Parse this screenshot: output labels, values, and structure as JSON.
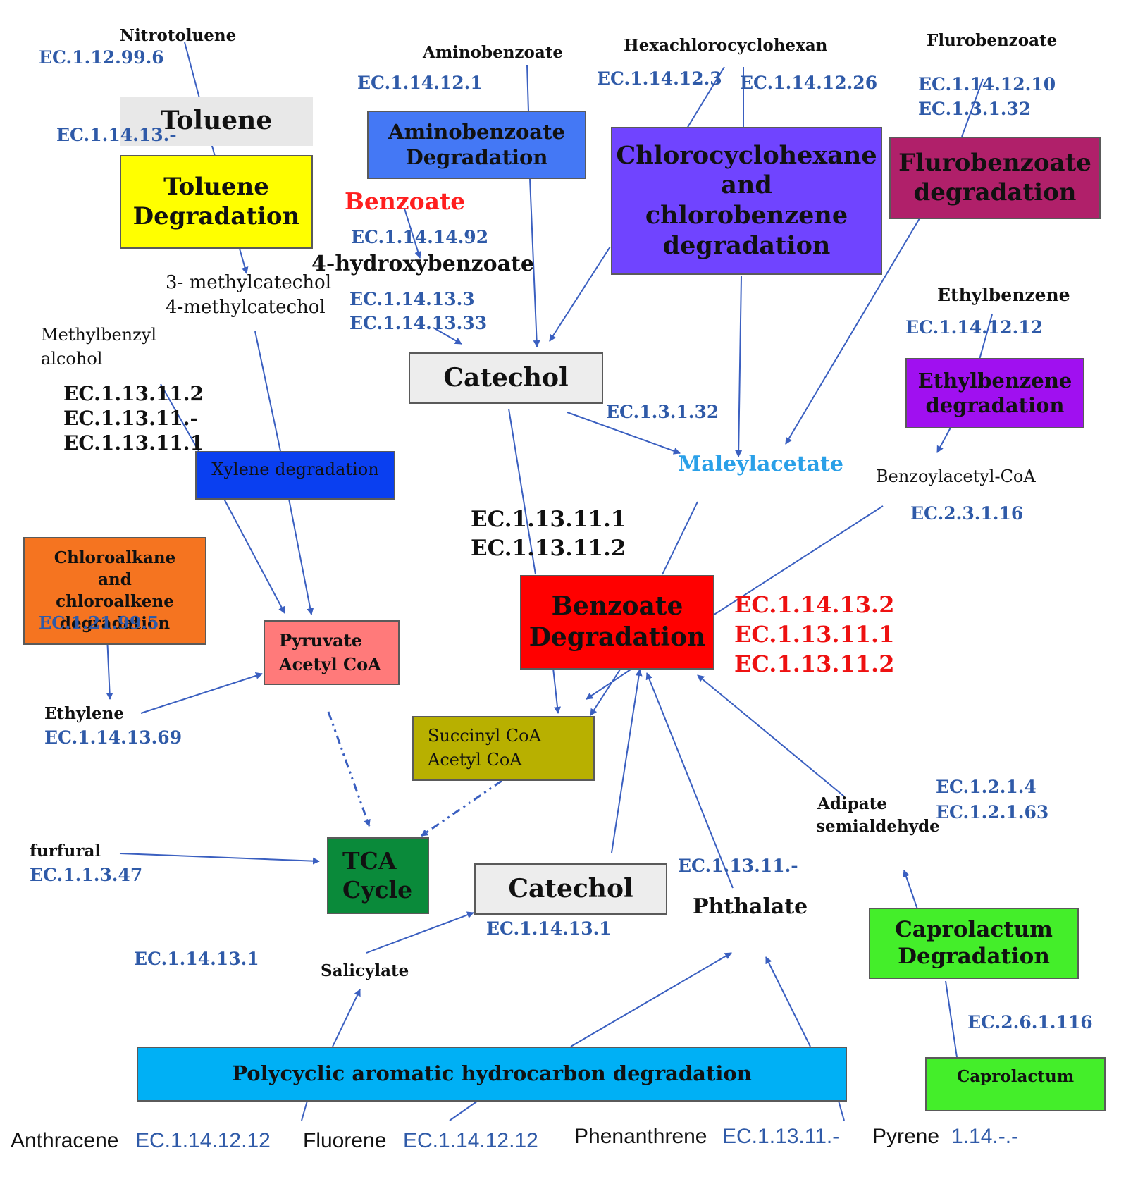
{
  "colors": {
    "arrow": "#3a5fc0",
    "toluene_degradation": "#ffff00",
    "aminobenzoate_degradation": "#4478f5",
    "chlorocyclohexane_degradation": "#7044ff",
    "flurobenzoate_degradation": "#b0206a",
    "ethylbenzene_degradation": "#a010f0",
    "xylene_degradation": "#0a3ff0",
    "chloroalkane_degradation": "#f57420",
    "pyruvate_box": "#ff7a7a",
    "benzoate_degradation": "#ff0000",
    "succinyl_box": "#b8b000",
    "tca_cycle": "#0a8a3a",
    "caprolactum_degradation": "#44ee2a",
    "caprolactum": "#44ee2a",
    "pah_degradation": "#00b0f5",
    "catechol_box": "#ededed",
    "ec_blue": "#2f5aa8",
    "ec_red": "#ee1111",
    "benzoate_red": "#ff1f1f",
    "maleylacetate_blue": "#2aa0e8"
  },
  "boxes": {
    "toluene_header": "Toluene",
    "toluene_degradation": "Toluene Degradation",
    "aminobenzoate_degradation": "Aminobenzoate Degradation",
    "chlorocyclohexane_degradation": "Chlorocyclohexane and chlorobenzene degradation",
    "flurobenzoate_degradation": "Flurobenzoate degradation",
    "ethylbenzene_degradation": "Ethylbenzene degradation",
    "catechol_top": "Catechol",
    "xylene_degradation": "Xylene degradation",
    "chloroalkane_degradation": "Chloroalkane and chloroalkene degradation",
    "pyruvate_line1": "Pyruvate",
    "pyruvate_line2": "Acetyl CoA",
    "benzoate_degradation": "Benzoate Degradation",
    "succinyl_line1": "Succinyl CoA",
    "succinyl_line2": "Acetyl CoA",
    "tca_line1": "TCA",
    "tca_line2": "Cycle",
    "catechol_bottom": "Catechol",
    "caprolactum_degradation": "Caprolactum Degradation",
    "caprolactum": "Caprolactum",
    "pah_degradation": "Polycyclic aromatic hydrocarbon degradation"
  },
  "compounds": {
    "nitrotoluene": "Nitrotoluene",
    "aminobenzoate": "Aminobenzoate",
    "hexachlorocyclohexan": "Hexachlorocyclohexan",
    "flurobenzoate": "Flurobenzoate",
    "benzoate": "Benzoate",
    "hydroxybenzoate": "4-hydroxybenzoate",
    "methylcatechol_3": "3- methylcatechol",
    "methylcatechol_4": "4-methylcatechol",
    "methylbenzyl_1": "Methylbenzyl",
    "methylbenzyl_2": "alcohol",
    "ethylbenzene": "Ethylbenzene",
    "maleylacetate": "Maleylacetate",
    "benzoylacetyl_coa": "Benzoylacetyl-CoA",
    "ethylene": "Ethylene",
    "furfural": "furfural",
    "adipate_1": "Adipate",
    "adipate_2": "semialdehyde",
    "phthalate": "Phthalate",
    "salicylate": "Salicylate",
    "anthracene": "Anthracene",
    "fluorene": "Fluorene",
    "phenanthrene": "Phenanthrene",
    "pyrene": "Pyrene"
  },
  "enzymes": {
    "nitrotoluene_ec": "EC.1.12.99.6",
    "toluene_ec": "EC.1.14.13.-",
    "aminobenzoate_ec": "EC.1.14.12.1",
    "hexachloro_ec_a": "EC.1.14.12.3",
    "hexachloro_ec_b": "EC.1.14.12.26",
    "fluro_ec_a": "EC.1.14.12.10",
    "fluro_ec_b": "EC.1.3.1.32",
    "benzoate_ec": "EC.1.14.14.92",
    "hydroxy_ec_a": "EC.1.14.13.3",
    "hydroxy_ec_b": "EC.1.14.13.33",
    "methylbenzyl_ec_a": "EC.1.13.11.2",
    "methylbenzyl_ec_b": "EC.1.13.11.-",
    "methylbenzyl_ec_c": "EC.1.13.11.1",
    "ethylbenzene_ec": "EC.1.14.12.12",
    "catechol_maleyl_ec": "EC.1.3.1.32",
    "benzoylacetyl_ec": "EC.2.3.1.16",
    "catechol_benzoate_ec_a": "EC.1.13.11.1",
    "catechol_benzoate_ec_b": "EC.1.13.11.2",
    "benzoate_red_ec_a": "EC.1.14.13.2",
    "benzoate_red_ec_b": "EC.1.13.11.1",
    "benzoate_red_ec_c": "EC.1.13.11.2",
    "chloroalkane_ec": "EC.1.21.99.5",
    "ethylene_ec": "EC.1.14.13.69",
    "adipate_ec_a": "EC.1.2.1.4",
    "adipate_ec_b": "EC.1.2.1.63",
    "furfural_ec": "EC.1.1.3.47",
    "phthalate_ec": "EC.1.13.11.-",
    "catechol_bottom_ec": "EC.1.14.13.1",
    "salicylate_ec": "EC.1.14.13.1",
    "caprolactum_ec": "EC.2.6.1.116",
    "anthracene_ec": "EC.1.14.12.12",
    "fluorene_ec": "EC.1.14.12.12",
    "phenanthrene_ec": "EC.1.13.11.-",
    "pyrene_ec": "1.14.-.-"
  }
}
